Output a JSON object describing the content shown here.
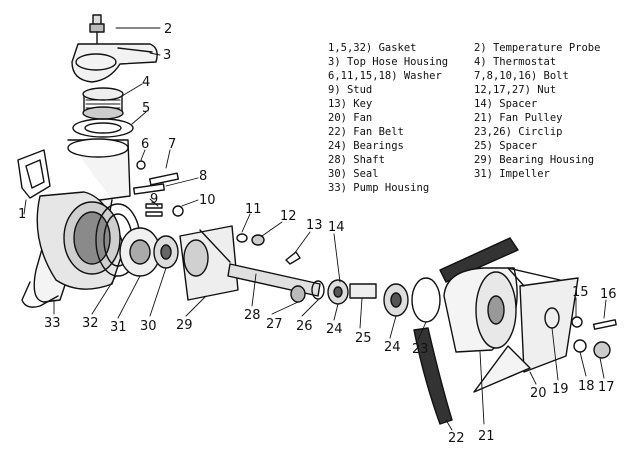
{
  "legend": [
    "1,5,32) Gasket",
    "2) Temperature Probe",
    "3) Top Hose Housing",
    "4) Thermostat",
    "6,11,15,18) Washer",
    "7,8,10,16)  Bolt",
    "9) Stud",
    "12,17,27) Nut",
    "13) Key",
    "14) Spacer",
    "20) Fan",
    "21) Fan Pulley",
    "22) Fan Belt",
    "23,26) Circlip",
    "24) Bearings",
    "25) Spacer",
    "28) Shaft",
    "29) Bearing Housing",
    "30) Seal",
    "31) Impeller",
    "33) Pump Housing"
  ],
  "callouts": [
    "1",
    "2",
    "3",
    "4",
    "5",
    "6",
    "7",
    "8",
    "9",
    "10",
    "11",
    "12",
    "13",
    "14",
    "15",
    "16",
    "17",
    "18",
    "19",
    "20",
    "21",
    "22",
    "23",
    "24",
    "25",
    "24",
    "26",
    "27",
    "28",
    "29",
    "30",
    "31",
    "32",
    "33"
  ]
}
